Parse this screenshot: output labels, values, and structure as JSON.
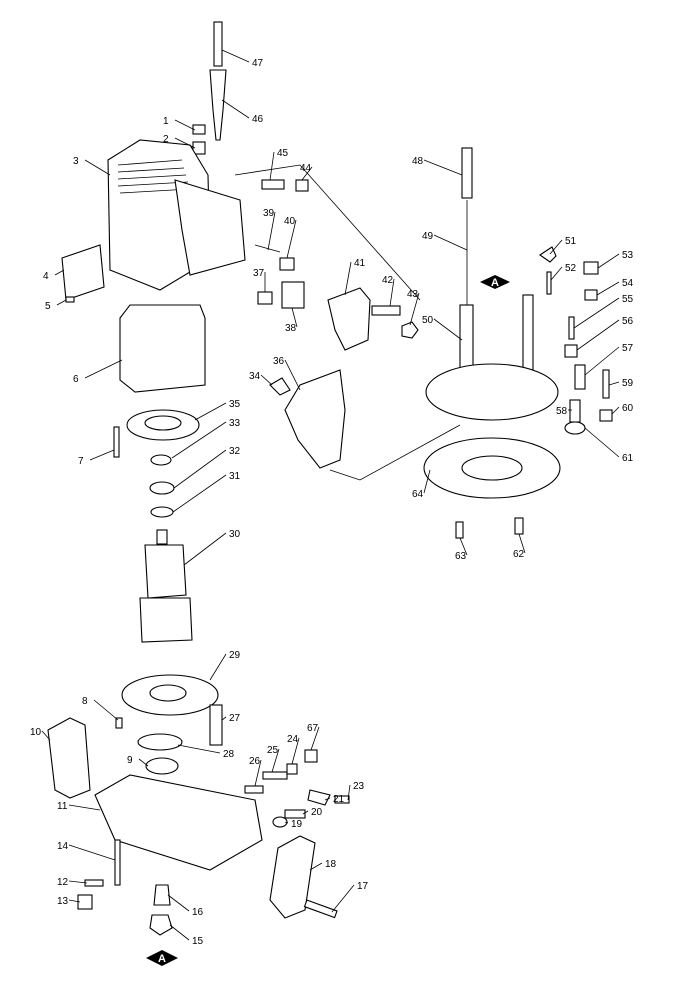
{
  "diagram": {
    "part_numbers": [
      "47",
      "46",
      "1",
      "2",
      "3",
      "45",
      "44",
      "48",
      "39",
      "40",
      "51",
      "53",
      "4",
      "37",
      "41",
      "42",
      "49",
      "52",
      "54",
      "55",
      "5",
      "43",
      "38",
      "50",
      "56",
      "57",
      "6",
      "36",
      "34",
      "59",
      "35",
      "58",
      "60",
      "33",
      "7",
      "32",
      "61",
      "31",
      "64",
      "30",
      "63",
      "62",
      "29",
      "8",
      "27",
      "10",
      "67",
      "24",
      "25",
      "28",
      "9",
      "26",
      "23",
      "11",
      "21",
      "20",
      "19",
      "14",
      "18",
      "12",
      "17",
      "13",
      "16",
      "15"
    ],
    "reference_marker": "A"
  }
}
